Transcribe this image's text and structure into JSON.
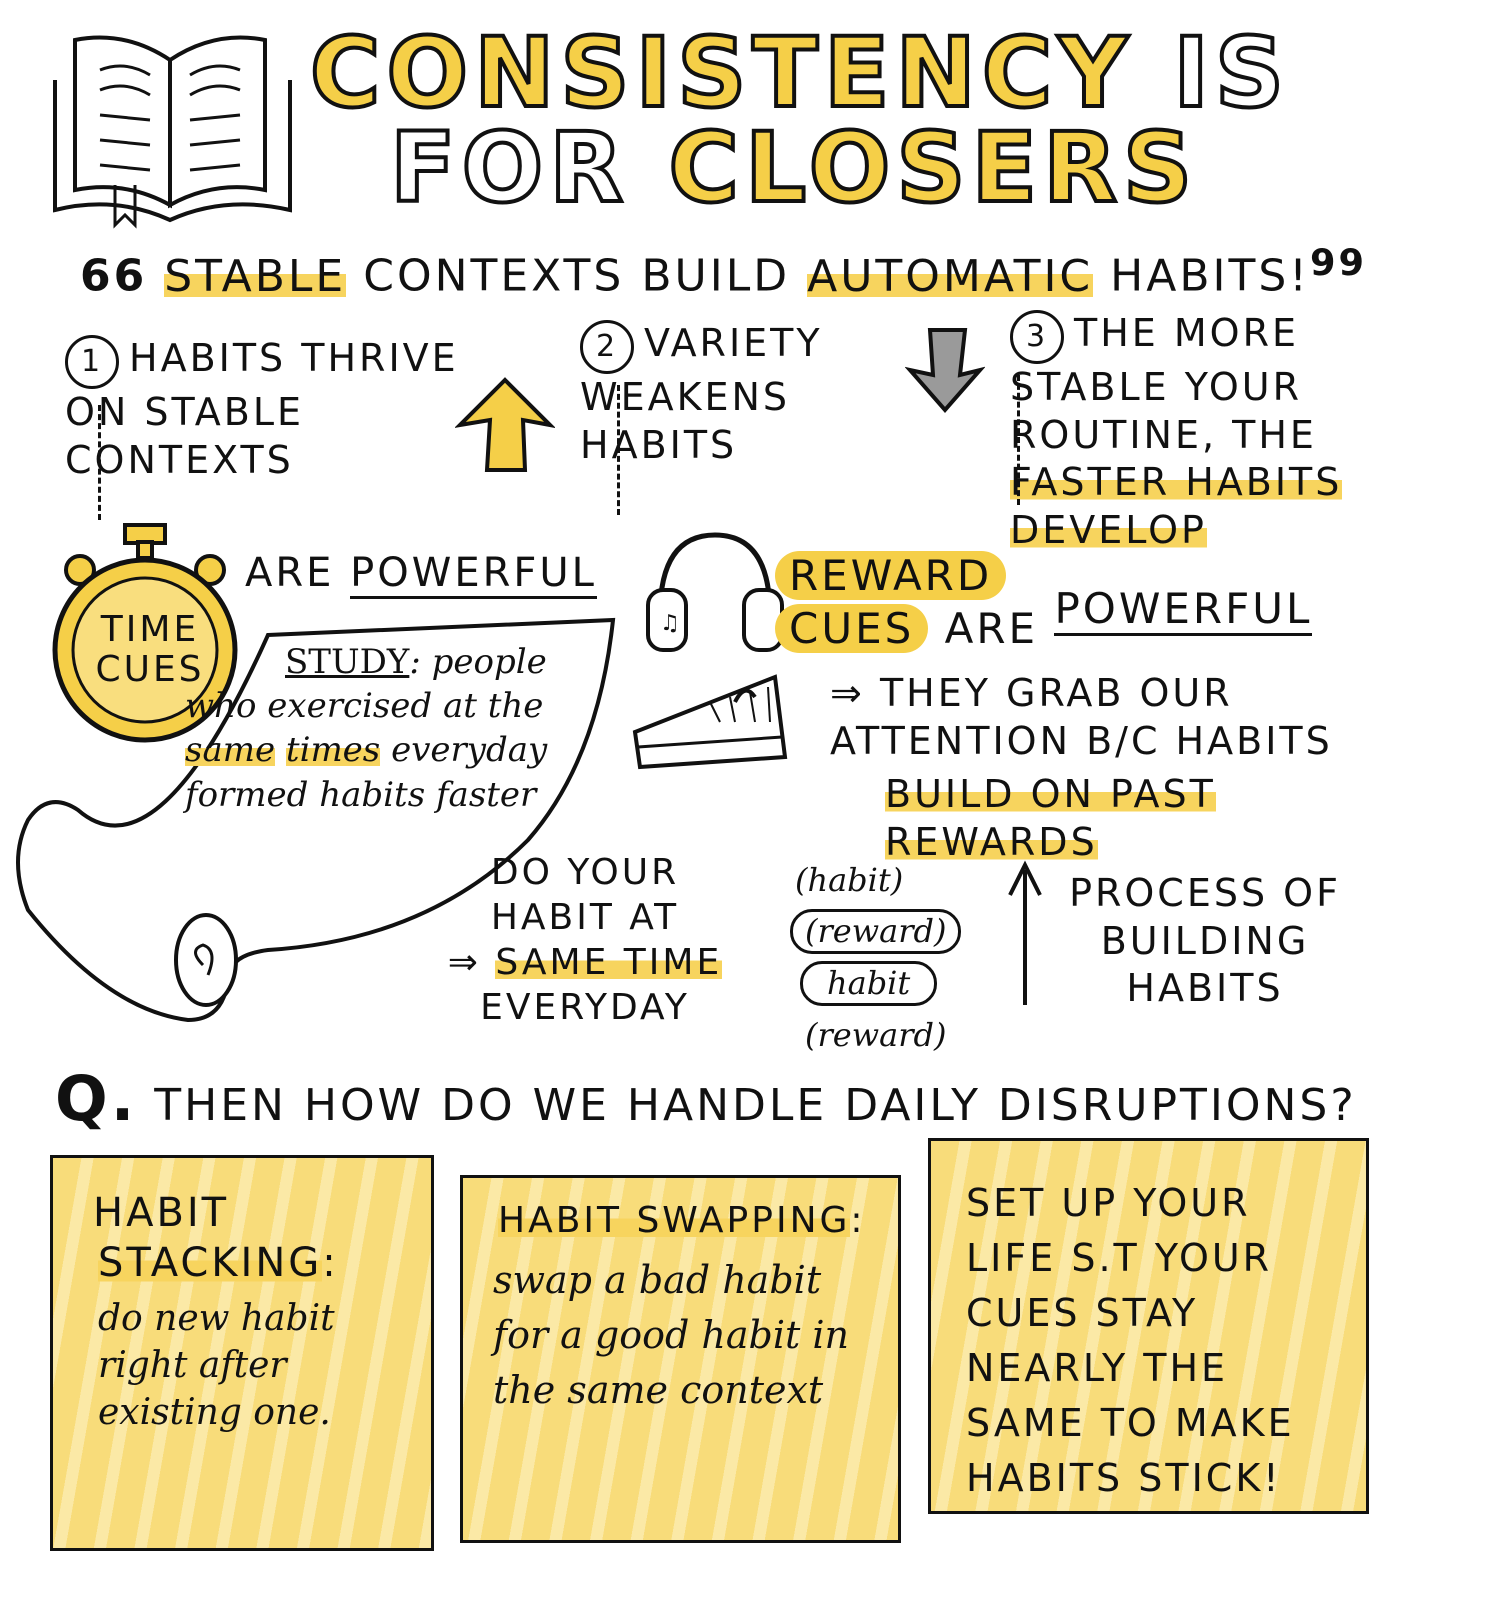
{
  "title": {
    "line1_a": "CONSISTENCY",
    "line1_b": "IS",
    "line2_a": "FOR",
    "line2_b": "CLOSERS"
  },
  "quote": {
    "open": "66",
    "text_a": "STABLE",
    "text_b": "CONTEXTS BUILD",
    "text_c": "AUTOMATIC",
    "text_d": "HABITS!",
    "close": "99"
  },
  "points": [
    {
      "num": "1",
      "text": "HABITS THRIVE ON STABLE CONTEXTS"
    },
    {
      "num": "2",
      "text": "VARIETY WEAKENS HABITS"
    },
    {
      "num": "3",
      "text_a": "THE MORE STABLE YOUR ROUTINE, THE",
      "text_b": "FASTER HABITS DEVELOP"
    }
  ],
  "time_cues": {
    "label": "TIME CUES",
    "are": "ARE",
    "powerful": "POWERFUL"
  },
  "study": {
    "label": "STUDY",
    "text_a": ": people who exercised at the",
    "same": "same",
    "times": "times",
    "text_b": "everyday formed habits faster"
  },
  "do_habit": {
    "arrow": "⇒",
    "text_a": "DO YOUR HABIT AT",
    "text_b": "SAME TIME",
    "text_c": "EVERYDAY"
  },
  "reward_cues": {
    "label_a": "REWARD",
    "label_b": "CUES",
    "are": "ARE",
    "powerful": "POWERFUL"
  },
  "attention": {
    "arrow": "⇒",
    "text_a": "THEY GRAB OUR ATTENTION B/C HABITS",
    "text_b": "BUILD ON PAST REWARDS"
  },
  "cycle": [
    "habit",
    "reward",
    "habit",
    "reward"
  ],
  "process": "PROCESS OF BUILDING HABITS",
  "question": {
    "q": "Q.",
    "text": "THEN HOW DO WE HANDLE DAILY DISRUPTIONS?"
  },
  "boxes": [
    {
      "title_a": "HABIT",
      "title_b": "STACKING",
      "colon": ":",
      "body": "do new habit right after existing one."
    },
    {
      "title": "HABIT SWAPPING",
      "colon": ":",
      "body": "swap a bad habit for a good habit in the same context"
    },
    {
      "body": "SET UP YOUR LIFE S.T YOUR CUES STAY NEARLY THE SAME TO MAKE HABITS STICK!"
    }
  ],
  "colors": {
    "highlight": "#f5cf48",
    "ink": "#111111",
    "arrow_gray": "#9a9a9a"
  }
}
